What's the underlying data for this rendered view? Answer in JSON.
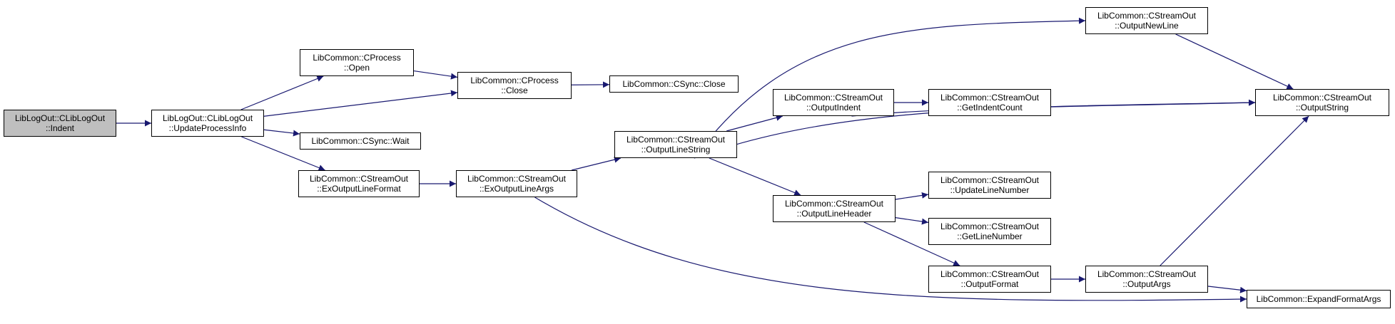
{
  "colors": {
    "edge": "#191970",
    "border": "#000000",
    "root_fill": "#bfbfbf",
    "node_fill": "#ffffff"
  },
  "nodes": {
    "indent": {
      "l1": "LibLogOut::CLibLogOut",
      "l2": "::Indent"
    },
    "update_process_info": {
      "l1": "LibLogOut::CLibLogOut",
      "l2": "::UpdateProcessInfo"
    },
    "process_open": {
      "l1": "LibCommon::CProcess",
      "l2": "::Open"
    },
    "process_close": {
      "l1": "LibCommon::CProcess",
      "l2": "::Close"
    },
    "sync_close": {
      "l1": "LibCommon::CSync::Close"
    },
    "sync_wait": {
      "l1": "LibCommon::CSync::Wait"
    },
    "ex_output_line_format": {
      "l1": "LibCommon::CStreamOut",
      "l2": "::ExOutputLineFormat"
    },
    "ex_output_line_args": {
      "l1": "LibCommon::CStreamOut",
      "l2": "::ExOutputLineArgs"
    },
    "output_line_string": {
      "l1": "LibCommon::CStreamOut",
      "l2": "::OutputLineString"
    },
    "output_new_line": {
      "l1": "LibCommon::CStreamOut",
      "l2": "::OutputNewLine"
    },
    "output_indent": {
      "l1": "LibCommon::CStreamOut",
      "l2": "::OutputIndent"
    },
    "get_indent_count": {
      "l1": "LibCommon::CStreamOut",
      "l2": "::GetIndentCount"
    },
    "output_string": {
      "l1": "LibCommon::CStreamOut",
      "l2": "::OutputString"
    },
    "output_line_header": {
      "l1": "LibCommon::CStreamOut",
      "l2": "::OutputLineHeader"
    },
    "update_line_number": {
      "l1": "LibCommon::CStreamOut",
      "l2": "::UpdateLineNumber"
    },
    "get_line_number": {
      "l1": "LibCommon::CStreamOut",
      "l2": "::GetLineNumber"
    },
    "output_format": {
      "l1": "LibCommon::CStreamOut",
      "l2": "::OutputFormat"
    },
    "output_args": {
      "l1": "LibCommon::CStreamOut",
      "l2": "::OutputArgs"
    },
    "expand_format_args": {
      "l1": "LibCommon::ExpandFormatArgs"
    }
  },
  "edges": [
    [
      "indent",
      "update_process_info"
    ],
    [
      "update_process_info",
      "process_open"
    ],
    [
      "update_process_info",
      "process_close"
    ],
    [
      "update_process_info",
      "sync_wait"
    ],
    [
      "update_process_info",
      "ex_output_line_format"
    ],
    [
      "process_open",
      "process_close"
    ],
    [
      "process_close",
      "sync_close"
    ],
    [
      "ex_output_line_format",
      "ex_output_line_args"
    ],
    [
      "ex_output_line_args",
      "output_line_string"
    ],
    [
      "ex_output_line_args",
      "expand_format_args"
    ],
    [
      "output_line_string",
      "output_new_line"
    ],
    [
      "output_line_string",
      "output_indent"
    ],
    [
      "output_line_string",
      "output_string"
    ],
    [
      "output_line_string",
      "output_line_header"
    ],
    [
      "output_new_line",
      "output_string"
    ],
    [
      "output_indent",
      "get_indent_count"
    ],
    [
      "output_indent",
      "output_string"
    ],
    [
      "output_line_header",
      "update_line_number"
    ],
    [
      "output_line_header",
      "get_line_number"
    ],
    [
      "output_line_header",
      "output_format"
    ],
    [
      "output_format",
      "output_args"
    ],
    [
      "output_args",
      "output_string"
    ],
    [
      "output_args",
      "expand_format_args"
    ]
  ]
}
